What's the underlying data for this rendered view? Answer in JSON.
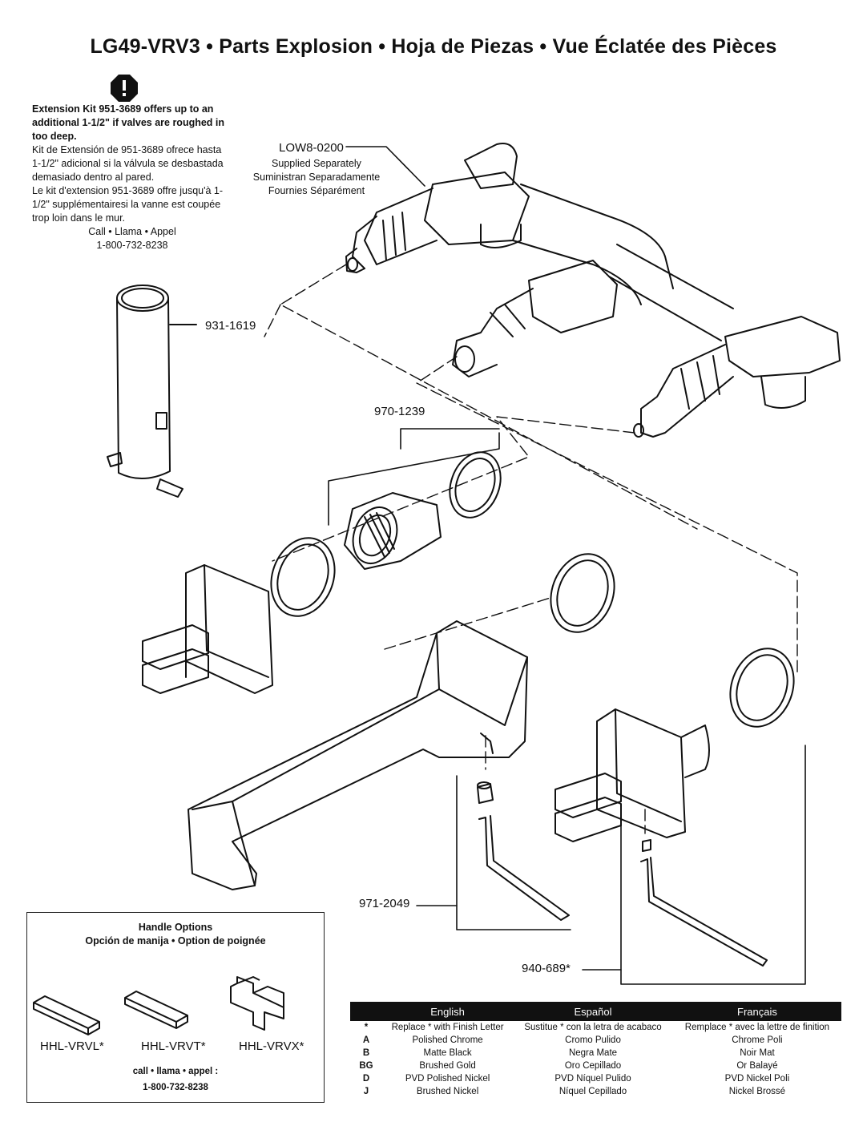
{
  "title": "LG49-VRV3  •  Parts Explosion  •  Hoja de Piezas  •  Vue Éclatée des Pièces",
  "note": {
    "en": "Extension Kit 951-3689 offers up to an additional 1-1/2\" if valves are roughed in too deep.",
    "es": "Kit de Extensión de 951-3689 ofrece hasta 1-1/2\" adicional si la válvula se desbastada demasiado dentro al pared.",
    "fr": "Le kit d'extension 951-3689 offre jusqu'à 1-1/2\" supplémentairesi la vanne est coupée trop loin dans le mur.",
    "call": "Call • Llama • Appel",
    "phone": "1-800-732-8238"
  },
  "labels": {
    "valve_part": "LOW8-0200",
    "valve_en": "Supplied Separately",
    "valve_es": "Suministran Separadamente",
    "valve_fr": "Fournies Séparément",
    "sleeve": "931-1619",
    "kit": "970-1239",
    "setscrew": "971-2049",
    "handle": "940-689*"
  },
  "handle_options": {
    "title": "Handle Options",
    "subtitle": "Opción de manija • Option de poignée",
    "items": [
      "HHL-VRVL*",
      "HHL-VRVT*",
      "HHL-VRVX*"
    ],
    "call": "call • llama • appel :",
    "phone": "1-800-732-8238"
  },
  "finish_table": {
    "headers": [
      "",
      "English",
      "Español",
      "Français"
    ],
    "rows": [
      [
        "*",
        "Replace * with Finish Letter",
        "Sustitue * con la letra de acabaco",
        "Remplace * avec la lettre de finition"
      ],
      [
        "A",
        "Polished Chrome",
        "Cromo Pulido",
        "Chrome Poli"
      ],
      [
        "B",
        "Matte Black",
        "Negra Mate",
        "Noir Mat"
      ],
      [
        "BG",
        "Brushed Gold",
        "Oro Cepillado",
        "Or Balayé"
      ],
      [
        "D",
        "PVD Polished Nickel",
        "PVD Níquel Pulido",
        "PVD Nickel Poli"
      ],
      [
        "J",
        "Brushed Nickel",
        "Níquel Cepillado",
        "Nickel Brossé"
      ]
    ]
  },
  "colors": {
    "ink": "#111111",
    "header_bg": "#111111"
  },
  "icons": {
    "warning": "warning-octagon-icon"
  }
}
